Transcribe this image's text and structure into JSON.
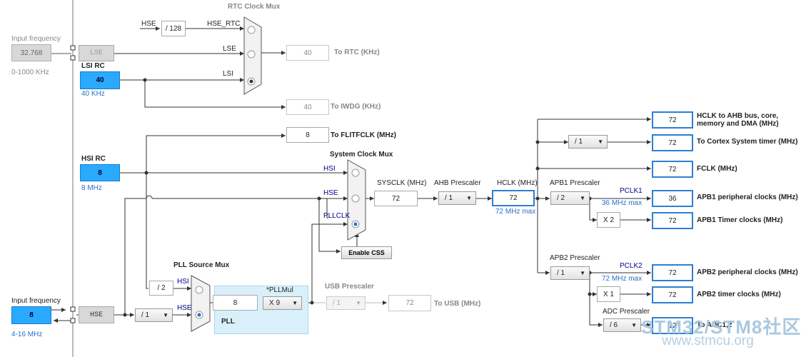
{
  "labels": {
    "rtc_mux": "RTC Clock Mux",
    "sys_mux": "System Clock Mux",
    "pll_src_mux": "PLL Source Mux",
    "pll": "PLL",
    "usb_prescaler": "USB Prescaler"
  },
  "lse": {
    "input_label": "Input frequency",
    "value": "32.768",
    "range": "0-1000 KHz",
    "osc": "LSE"
  },
  "lsi": {
    "label": "LSI RC",
    "value": "40",
    "freq": "40 KHz"
  },
  "hsi": {
    "label": "HSI RC",
    "value": "8",
    "freq": "8 MHz"
  },
  "hse_in": {
    "input_label": "Input frequency",
    "value": "8",
    "range": "4-16 MHz",
    "osc": "HSE"
  },
  "rtc": {
    "hse_label": "HSE",
    "div": "/ 128",
    "hse_rtc": "HSE_RTC",
    "lse": "LSE",
    "lsi": "LSI",
    "out_value": "40",
    "out_label": "To RTC (KHz)"
  },
  "iwdg": {
    "value": "40",
    "label": "To IWDG (KHz)"
  },
  "flitfclk": {
    "value": "8",
    "label": "To FLITFCLK (MHz)"
  },
  "sysmux": {
    "hsi": "HSI",
    "hse": "HSE",
    "pllclk": "PLLCLK",
    "css_button": "Enable CSS"
  },
  "sysclk": {
    "label": "SYSCLK (MHz)",
    "value": "72"
  },
  "ahb": {
    "label": "AHB Prescaler",
    "value": "/ 1"
  },
  "hclk": {
    "label": "HCLK (MHz)",
    "value": "72",
    "max": "72 MHz max"
  },
  "outputs": {
    "hclk_ahb": {
      "value": "72",
      "label1": "HCLK to AHB bus, core,",
      "label2": "memory and DMA (MHz)"
    },
    "cortex": {
      "prescaler": "/ 1",
      "value": "72",
      "label": "To Cortex System timer (MHz)"
    },
    "fclk": {
      "value": "72",
      "label": "FCLK (MHz)"
    }
  },
  "apb1": {
    "prescaler_label": "APB1 Prescaler",
    "prescaler": "/ 2",
    "pclk_label": "PCLK1",
    "pclk_max": "36 MHz max",
    "periph_value": "36",
    "periph_label": "APB1 peripheral clocks (MHz)",
    "timer_mult": "X 2",
    "timer_value": "72",
    "timer_label": "APB1 Timer clocks (MHz)"
  },
  "apb2": {
    "prescaler_label": "APB2 Prescaler",
    "prescaler": "/ 1",
    "pclk_label": "PCLK2",
    "pclk_max": "72 MHz max",
    "periph_value": "72",
    "periph_label": "APB2 peripheral clocks (MHz)",
    "timer_mult": "X 1",
    "timer_value": "72",
    "timer_label": "APB2 timer clocks (MHz)"
  },
  "adc": {
    "prescaler_label": "ADC Prescaler",
    "prescaler": "/ 6",
    "value": "12",
    "label": "To ADC1,2"
  },
  "pll": {
    "hsi_div": "/ 2",
    "hse_prediv": "/ 1",
    "src_hsi": "HSI",
    "src_hse": "HSE",
    "input_value": "8",
    "mul_label": "*PLLMul",
    "mul": "X 9"
  },
  "usb": {
    "prescaler": "/ 1",
    "value": "72",
    "label": "To USB (MHz)"
  },
  "watermark": {
    "logo": "STM32/STM8社区",
    "url": "www.stmcu.org"
  }
}
